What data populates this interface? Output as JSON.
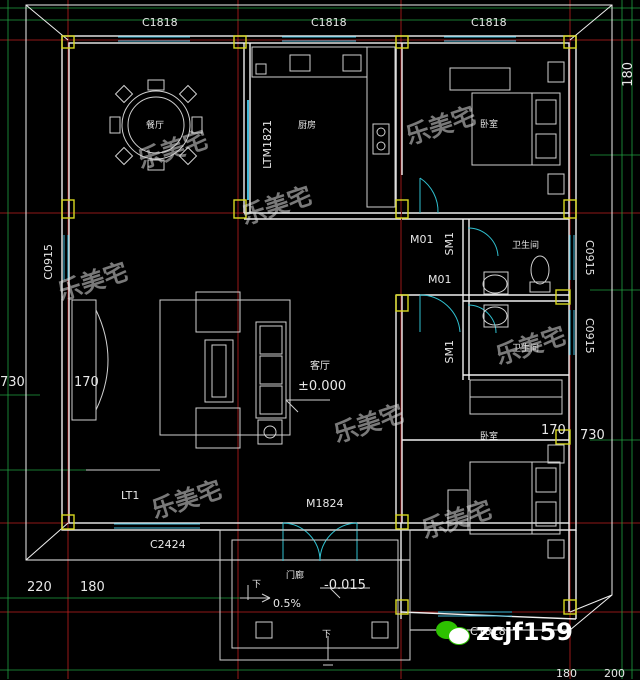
{
  "windows": {
    "top_left": "C1818",
    "top_mid": "C1818",
    "top_right": "C1818",
    "left": "C0915",
    "bath_right_1": "C0915",
    "bath_right_2": "C0915",
    "bottom": "C2424",
    "bottom_right": "C1818"
  },
  "doors": {
    "kitchen": "LTM1821",
    "m01_upper": "M01",
    "m01_lower": "M01",
    "sm1_upper": "SM1",
    "sm1_lower": "SM1",
    "main_entry": "M1824"
  },
  "rooms": {
    "dining": "餐厅",
    "kitchen": "厨房",
    "bedroom_top": "卧室",
    "bathroom_top": "卫生间",
    "bathroom_bottom": "卫生间",
    "living": "客厅",
    "bedroom_bottom": "卧室",
    "porch": "门廊"
  },
  "levels": {
    "living": "±0.000",
    "porch": "-0.015",
    "slope": "0.5%"
  },
  "stairs": "LT1",
  "arrows": {
    "down_1": "下",
    "down_2": "下"
  },
  "dimensions": {
    "right_top": "180",
    "left_730": "730",
    "left_170": "170",
    "right_170": "170",
    "right_730": "730",
    "bottom_220": "220",
    "bottom_180": "180",
    "bottom_right_a": "180",
    "bottom_right_b": "200"
  },
  "watermark": "乐美宅",
  "wechat_id": "zcjf159",
  "colors": {
    "background": "#000000",
    "wall": "#f0f0f0",
    "column": "#d8d820",
    "window": "#40b8d8",
    "axis": "#c02020",
    "grid": "#20a040",
    "furniture": "#d0d0d0",
    "door_arc": "#30c0d0",
    "wechat": "#2dc100"
  }
}
